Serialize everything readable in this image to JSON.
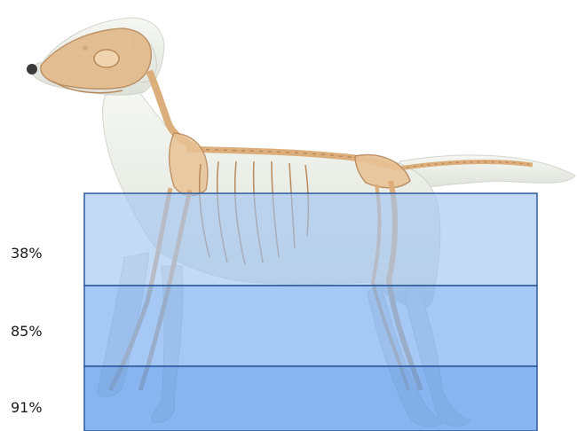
{
  "figure": {
    "subject_icon": "dog-skeleton-illustration",
    "colors": {
      "fur": "#eef0ea",
      "fur_shadow": "#cfd4cc",
      "bone": "#e2b98a",
      "bone_stroke": "#b9895a",
      "water_top": "#9ec4f2",
      "water_mid": "#7aaef0",
      "water_bottom": "#5f9ae9",
      "band_line": "#2e5a9c"
    }
  },
  "bands": [
    {
      "label": "38%"
    },
    {
      "label": "85%"
    },
    {
      "label": "91%"
    }
  ]
}
